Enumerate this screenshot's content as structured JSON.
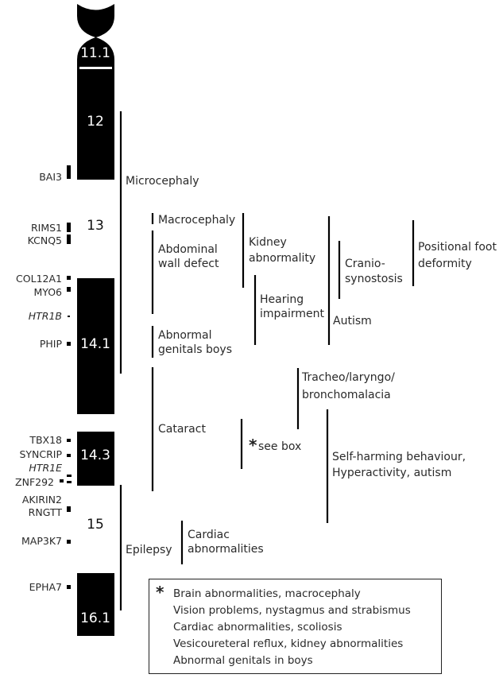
{
  "bands": [
    {
      "label": "11.1",
      "style": "dark"
    },
    {
      "label": "12",
      "style": "dark"
    },
    {
      "label": "13",
      "style": "light"
    },
    {
      "label": "14.1",
      "style": "dark"
    },
    {
      "label": "14.3",
      "style": "dark"
    },
    {
      "label": "15",
      "style": "light"
    },
    {
      "label": "16.1",
      "style": "dark"
    }
  ],
  "genes": [
    {
      "name": "BAI3",
      "italic": false
    },
    {
      "name": "RIMS1",
      "italic": false
    },
    {
      "name": "KCNQ5",
      "italic": false
    },
    {
      "name": "COL12A1",
      "italic": false
    },
    {
      "name": "MYO6",
      "italic": false
    },
    {
      "name": "HTR1B",
      "italic": true
    },
    {
      "name": "PHIP",
      "italic": false
    },
    {
      "name": "TBX18",
      "italic": false
    },
    {
      "name": "SYNCRIP",
      "italic": false
    },
    {
      "name": "HTR1E",
      "italic": true
    },
    {
      "name": "ZNF292",
      "italic": false
    },
    {
      "name": "AKIRIN2",
      "italic": false
    },
    {
      "name": "RNGTT",
      "italic": false
    },
    {
      "name": "MAP3K7",
      "italic": false
    },
    {
      "name": "EPHA7",
      "italic": false
    }
  ],
  "phenotypes": {
    "microcephaly": "Microcephaly",
    "macrocephaly": "Macrocephaly",
    "abdominal_1": "Abdominal",
    "abdominal_2": "wall defect",
    "genitals_1": "Abnormal",
    "genitals_2": "genitals boys",
    "cataract": "Cataract",
    "epilepsy": "Epilepsy",
    "cardiac_1": "Cardiac",
    "cardiac_2": "abnormalities",
    "kidney_1": "Kidney",
    "kidney_2": "abnormality",
    "hearing_1": "Hearing",
    "hearing_2": "impairment",
    "see_box": "see box",
    "autism": "Autism",
    "cranio_1": "Cranio-",
    "cranio_2": "synostosis",
    "foot_1": "Positional foot",
    "foot_2": "deformity",
    "tracheo_1": "Tracheo/laryngo/",
    "tracheo_2": "bronchomalacia",
    "selfharm_1": "Self-harming behaviour,",
    "selfharm_2": "Hyperactivity, autism"
  },
  "box": {
    "marker": "*",
    "lines": [
      "Brain abnormalities, macrocephaly",
      "Vision problems, nystagmus and strabismus",
      "Cardiac abnormalities, scoliosis",
      "Vesicoureteral reflux, kidney abnormalities",
      "Abnormal genitals in boys"
    ]
  }
}
